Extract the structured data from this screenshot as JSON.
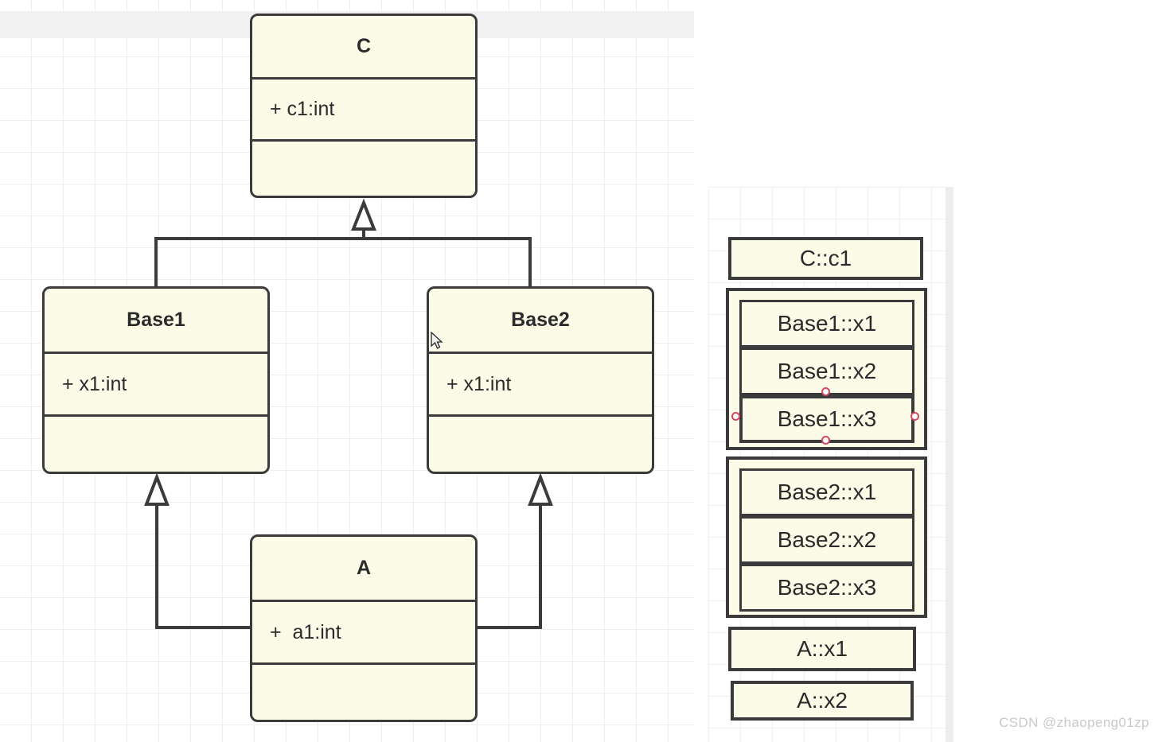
{
  "watermark": "CSDN @zhaopeng01zp",
  "class_diagram": {
    "classes": [
      {
        "id": "C",
        "name": "C",
        "attributes": [
          "+ c1:int"
        ],
        "operations": []
      },
      {
        "id": "Base1",
        "name": "Base1",
        "attributes": [
          "+ x1:int"
        ],
        "operations": []
      },
      {
        "id": "Base2",
        "name": "Base2",
        "attributes": [
          "+ x1:int"
        ],
        "operations": []
      },
      {
        "id": "A",
        "name": "A",
        "attributes": [
          "+  a1:int"
        ],
        "operations": []
      }
    ],
    "relations": [
      {
        "from": "Base1",
        "to": "C",
        "type": "generalization"
      },
      {
        "from": "Base2",
        "to": "C",
        "type": "generalization"
      },
      {
        "from": "A",
        "to": "Base1",
        "type": "generalization"
      },
      {
        "from": "A",
        "to": "Base2",
        "type": "generalization"
      }
    ]
  },
  "memory_layout": {
    "title": "",
    "entries": [
      {
        "label": "C::c1",
        "kind": "slot",
        "selected": false
      },
      {
        "label": "Base1::x1",
        "kind": "grouped",
        "group": "Base1",
        "selected": false
      },
      {
        "label": "Base1::x2",
        "kind": "grouped",
        "group": "Base1",
        "selected": false
      },
      {
        "label": "Base1::x3",
        "kind": "grouped",
        "group": "Base1",
        "selected": true
      },
      {
        "label": "Base2::x1",
        "kind": "grouped",
        "group": "Base2",
        "selected": false
      },
      {
        "label": "Base2::x2",
        "kind": "grouped",
        "group": "Base2",
        "selected": false
      },
      {
        "label": "Base2::x3",
        "kind": "grouped",
        "group": "Base2",
        "selected": false
      },
      {
        "label": "A::x1",
        "kind": "slot",
        "selected": false
      },
      {
        "label": "A::x2",
        "kind": "slot",
        "selected": false
      }
    ]
  },
  "colors": {
    "box_fill": "#fbfbe8",
    "box_stroke": "#3b3b3b",
    "handle_stroke": "#d04a64",
    "grid_line": "#eeeeee",
    "canvas_bg": "#ffffff",
    "watermark": "#c9c9c9"
  }
}
